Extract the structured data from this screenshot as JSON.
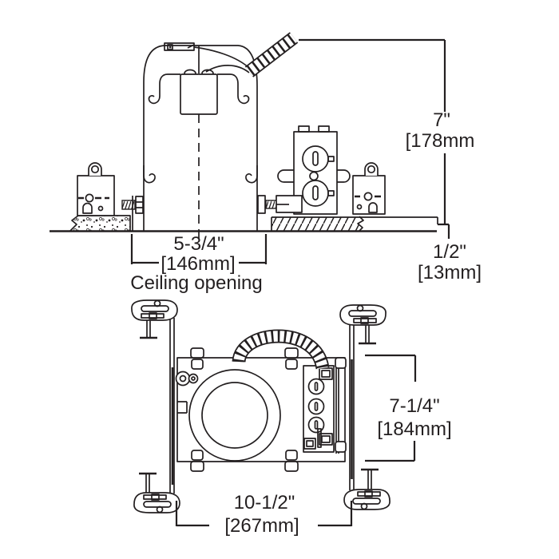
{
  "page": {
    "background_color": "#ffffff",
    "line_color": "#231f20"
  },
  "side_view": {
    "height_dimension": {
      "inches": "7\"",
      "millimeters": "[178mm"
    },
    "ceiling_opening_dimension": {
      "inches": "5-3/4\"",
      "millimeters": "[146mm]",
      "caption": "Ceiling opening"
    },
    "recess_dimension": {
      "inches": "1/2\"",
      "millimeters": "[13mm]"
    }
  },
  "plan_view": {
    "depth_dimension": {
      "inches": "7-1/4\"",
      "millimeters": "[184mm]"
    },
    "width_dimension": {
      "inches": "10-1/2\"",
      "millimeters": "[267mm]"
    }
  }
}
